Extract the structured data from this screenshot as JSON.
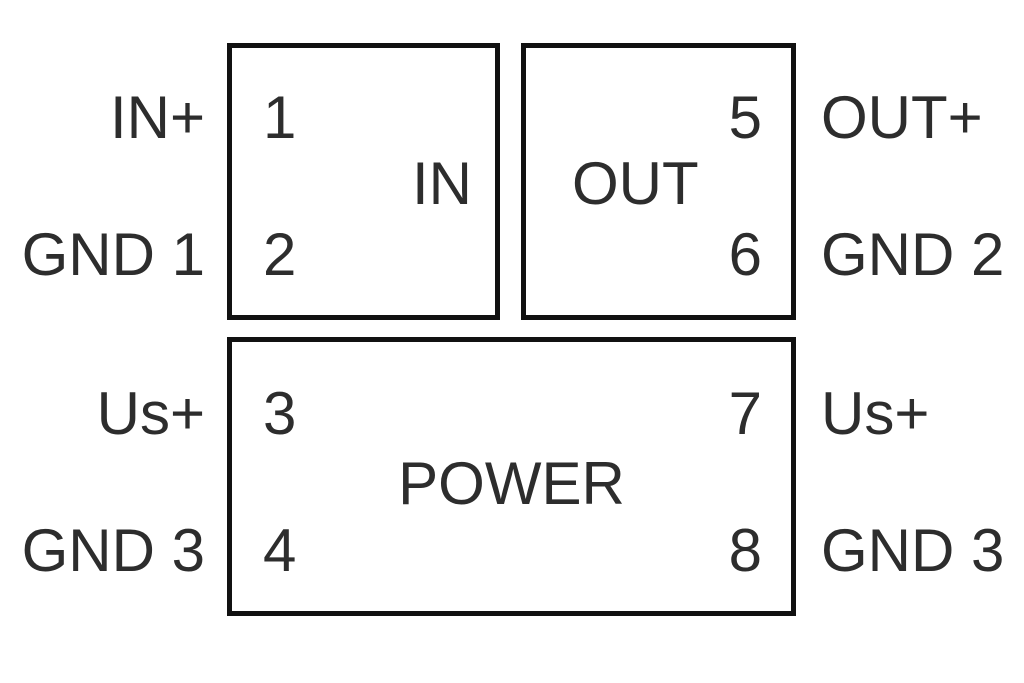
{
  "colors": {
    "line": "#111111",
    "text": "#2d2d2d",
    "background": "#ffffff"
  },
  "diagram": {
    "blocks": [
      {
        "caption": "IN",
        "pins": [
          {
            "number": "1",
            "external_label": "IN+"
          },
          {
            "number": "2",
            "external_label": "GND 1"
          }
        ]
      },
      {
        "caption": "OUT",
        "pins": [
          {
            "number": "5",
            "external_label": "OUT+"
          },
          {
            "number": "6",
            "external_label": "GND 2"
          }
        ]
      },
      {
        "caption": "POWER",
        "pins": [
          {
            "number": "3",
            "external_label": "Us+"
          },
          {
            "number": "4",
            "external_label": "GND 3"
          },
          {
            "number": "7",
            "external_label": "Us+"
          },
          {
            "number": "8",
            "external_label": "GND 3"
          }
        ]
      }
    ]
  }
}
